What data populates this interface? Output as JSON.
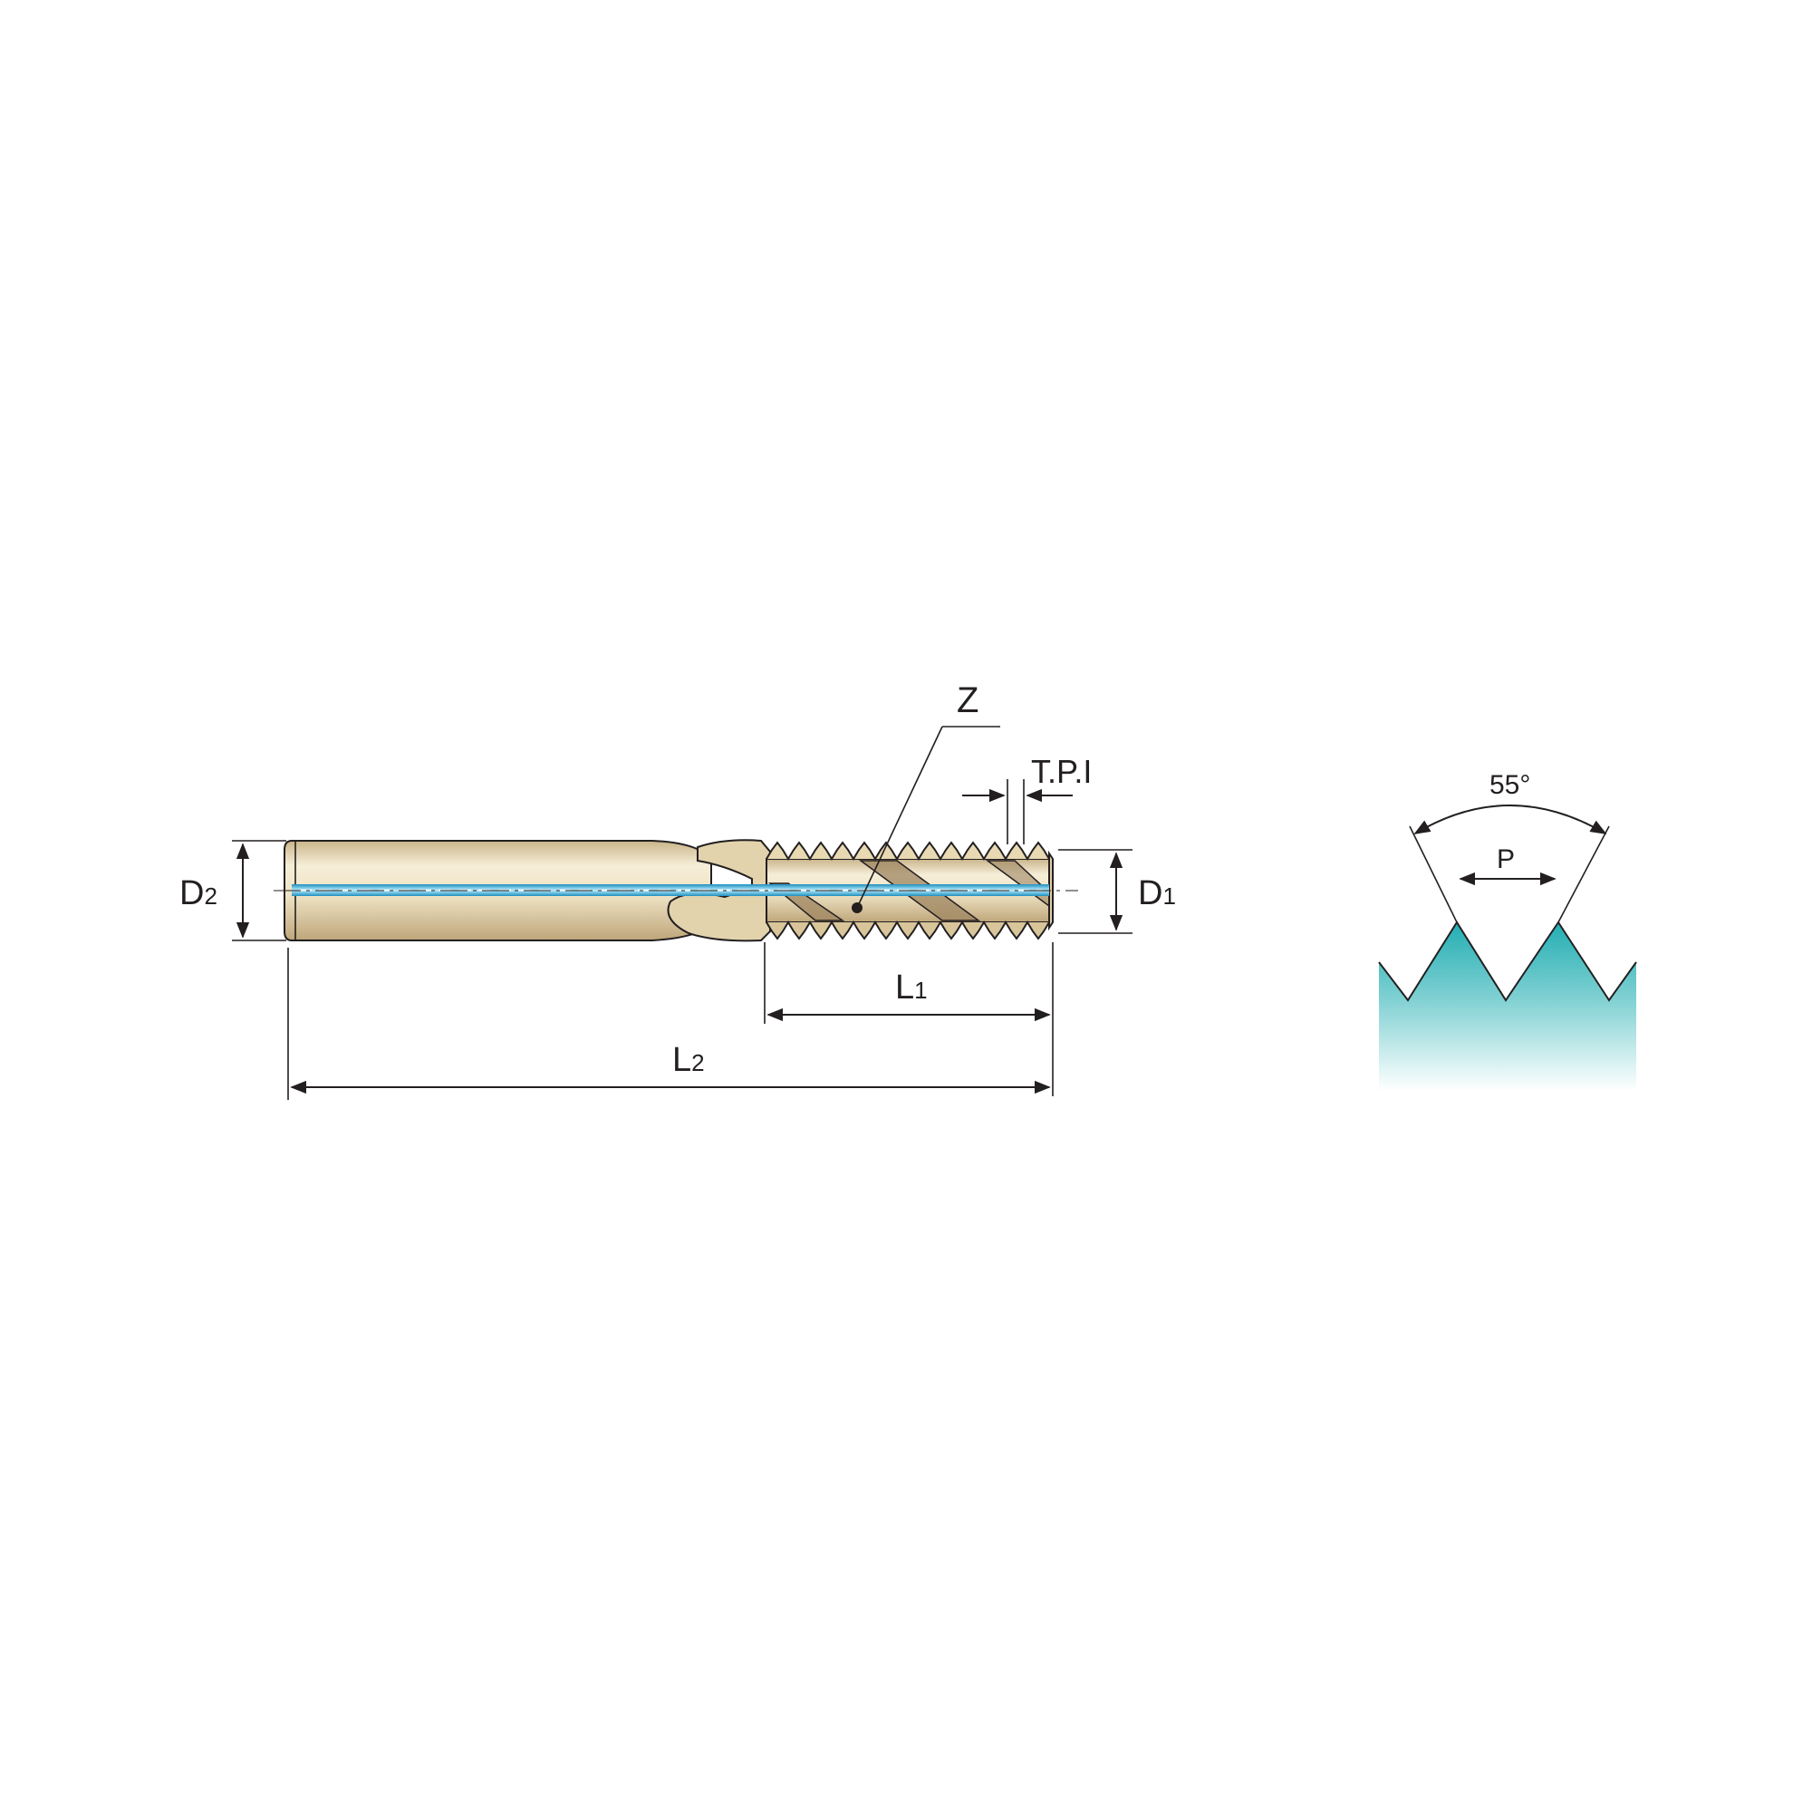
{
  "labels": {
    "d2": {
      "main": "D",
      "sub": "2"
    },
    "d1": {
      "main": "D",
      "sub": "1"
    },
    "l1": {
      "main": "L",
      "sub": "1"
    },
    "l2": {
      "main": "L",
      "sub": "2"
    },
    "z": "Z",
    "tpi": "T.P.I",
    "angle": "55°",
    "pitch": "P"
  },
  "colors": {
    "tool_body": "#eee3c4",
    "tool_shade": "#c9b48a",
    "tool_dark": "#8f7a55",
    "coolant": "#4dbde3",
    "thread_profile_top": "#23aeb3",
    "thread_profile_bottom": "#ffffff",
    "line": "#231f20"
  }
}
